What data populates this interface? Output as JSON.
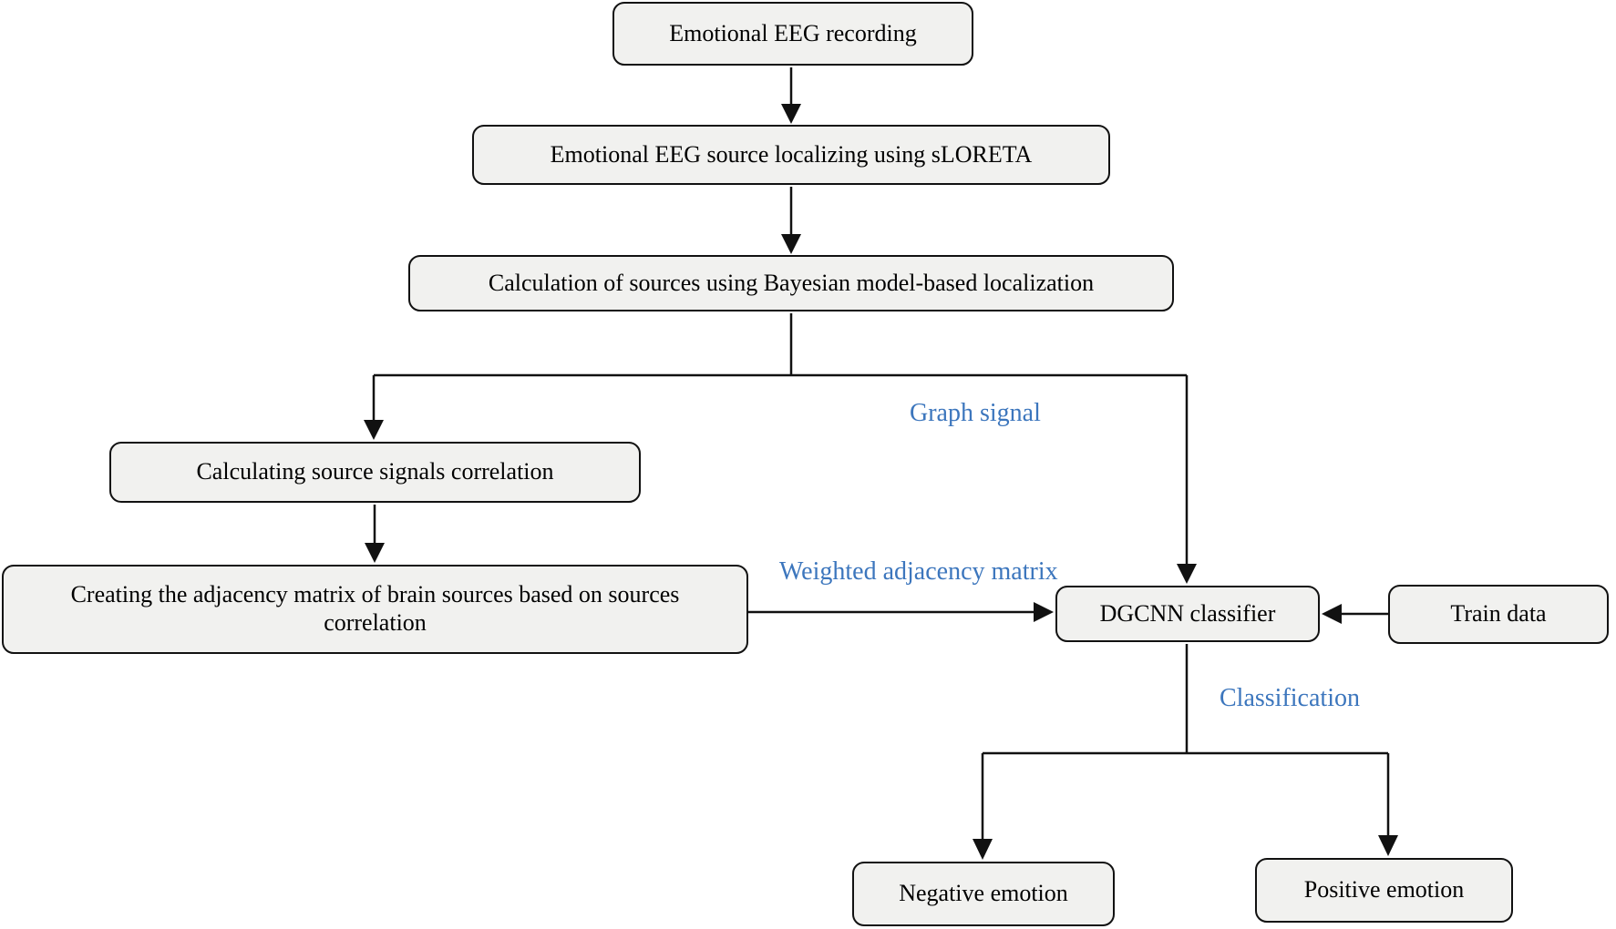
{
  "diagram": {
    "nodes": {
      "eeg_recording": {
        "label": "Emotional EEG recording"
      },
      "source_localizing": {
        "label": "Emotional EEG source localizing using sLORETA"
      },
      "bayesian_calc": {
        "label": "Calculation of sources using Bayesian model-based localization"
      },
      "signals_correlation": {
        "label": "Calculating source signals correlation"
      },
      "adjacency_matrix": {
        "label": "Creating the adjacency matrix of brain sources based on sources correlation"
      },
      "dgcnn": {
        "label": "DGCNN classifier"
      },
      "train_data": {
        "label": "Train data"
      },
      "negative_emotion": {
        "label": "Negative emotion"
      },
      "positive_emotion": {
        "label": "Positive emotion"
      }
    },
    "edge_labels": {
      "graph_signal": "Graph signal",
      "weighted_adjacency": "Weighted adjacency matrix",
      "classification": "Classification"
    },
    "colors": {
      "node_fill": "#f1f1ef",
      "node_border": "#111111",
      "edge": "#111111",
      "label_blue": "#3c76bd",
      "background": "#ffffff"
    }
  }
}
